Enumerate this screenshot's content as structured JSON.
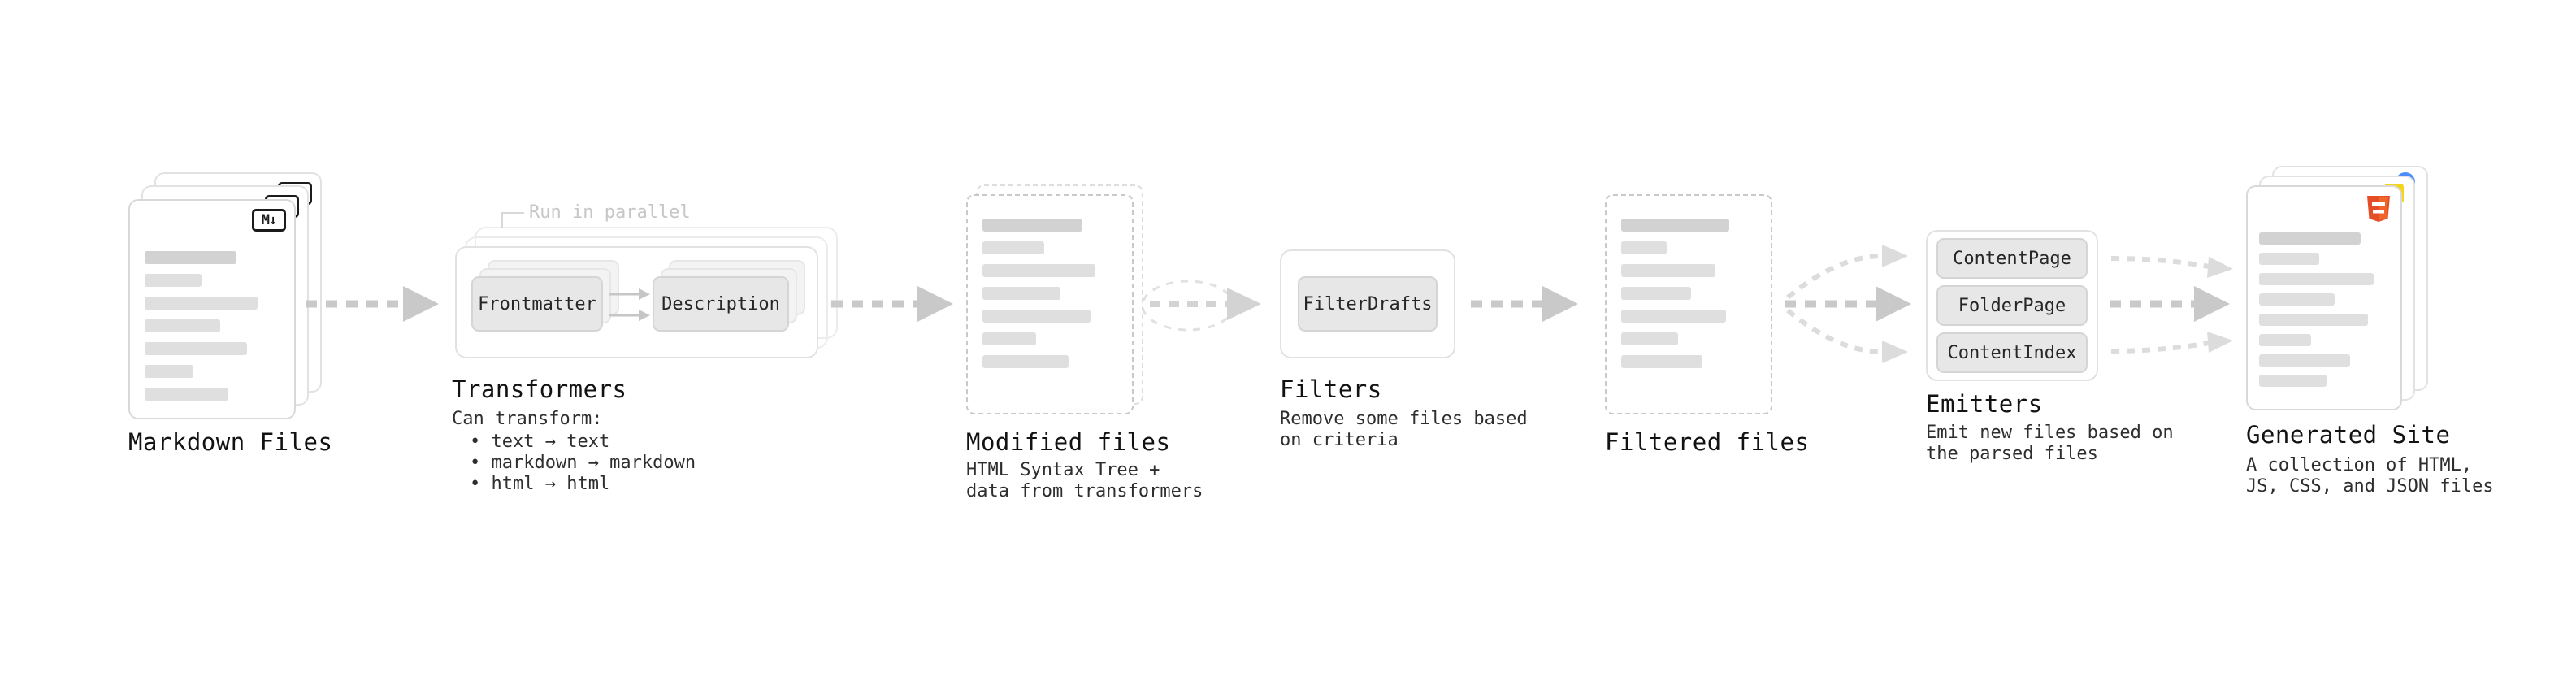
{
  "stages": {
    "markdown_files": {
      "label": "Markdown Files",
      "badge": "M↓"
    },
    "transformers": {
      "label": "Transformers",
      "annotation": "Run in parallel",
      "node_a": "Frontmatter",
      "node_b": "Description",
      "desc": [
        "Can transform:",
        "• text → text",
        "• markdown → markdown",
        "• html → html"
      ]
    },
    "modified_files": {
      "label": "Modified files",
      "desc": [
        "HTML Syntax Tree +",
        "data from transformers"
      ]
    },
    "filters": {
      "label": "Filters",
      "node": "FilterDrafts",
      "desc": [
        "Remove some files based",
        "on criteria"
      ]
    },
    "filtered_files": {
      "label": "Filtered files"
    },
    "emitters": {
      "label": "Emitters",
      "nodes": [
        "ContentPage",
        "FolderPage",
        "ContentIndex"
      ],
      "desc": [
        "Emit new files based on",
        "the parsed files"
      ]
    },
    "generated_site": {
      "label": "Generated Site",
      "desc": [
        "A collection of HTML,",
        "JS, CSS, and JSON files"
      ]
    }
  },
  "colors": {
    "arrow": "#c9c9c9",
    "arrow_light": "#dcdcdc",
    "card_border": "#d9d9d9",
    "dashed_border": "#c9c9c9",
    "node_bg": "#e7e7e7",
    "html5_orange": "#e44d26",
    "html5_orange_light": "#f16529",
    "js_yellow": "#f2d51c",
    "favicon_blue": "#4a8df8",
    "annotation_gray": "#c6c6c6"
  }
}
